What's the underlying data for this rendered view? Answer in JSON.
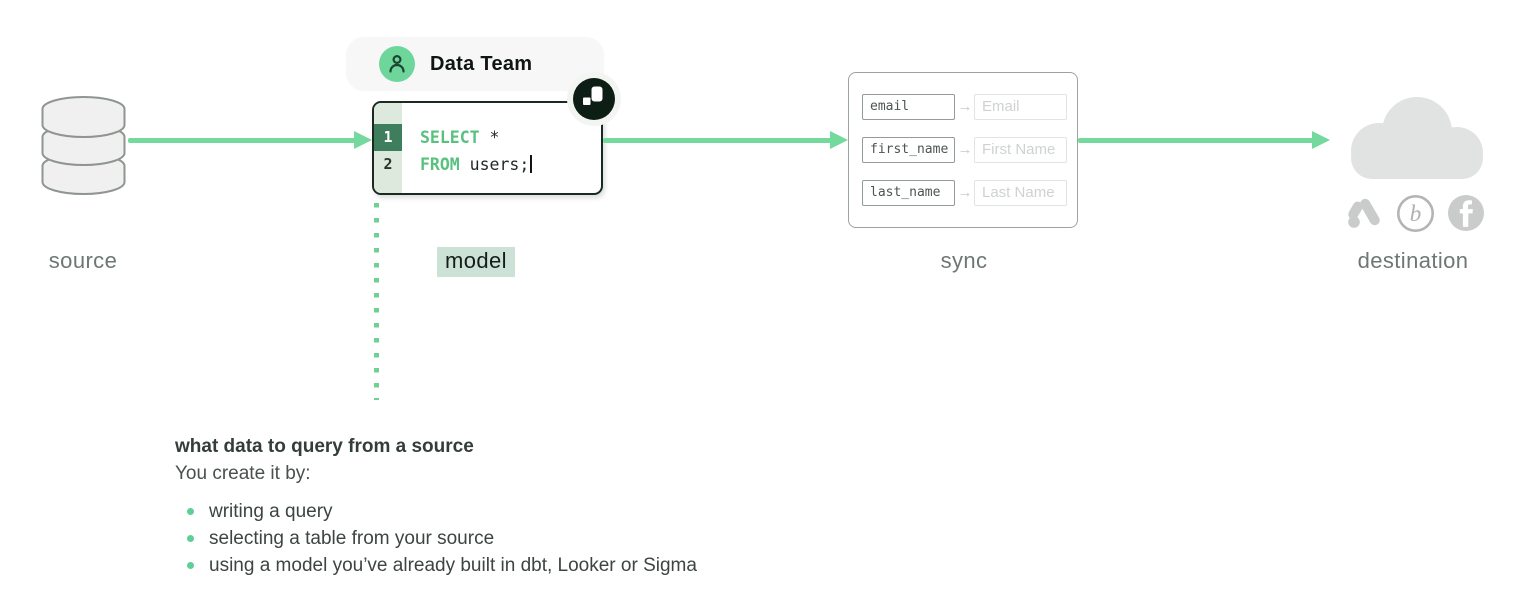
{
  "stages": {
    "source": {
      "label": "source"
    },
    "model": {
      "label": "model"
    },
    "sync": {
      "label": "sync"
    },
    "destination": {
      "label": "destination"
    }
  },
  "data_team_badge": {
    "label": "Data Team"
  },
  "code_editor": {
    "lines": [
      {
        "number": "1",
        "keyword": "SELECT",
        "code": " *"
      },
      {
        "number": "2",
        "keyword": "FROM",
        "code": " users;"
      }
    ]
  },
  "sync_panel": {
    "arrow_glyph": "→",
    "mappings": [
      {
        "source_field": "email",
        "destination_field": "Email"
      },
      {
        "source_field": "first_name",
        "destination_field": "First Name"
      },
      {
        "source_field": "last_name",
        "destination_field": "Last Name"
      }
    ]
  },
  "destination_panel": {
    "icons": [
      "google-ads-icon",
      "braze-icon",
      "facebook-icon"
    ],
    "braze_glyph": "b"
  },
  "annotation": {
    "title": "what data to query from a source",
    "subtitle": "You create it by:",
    "bullets": [
      "writing a query",
      "selecting a table from your source",
      "using a model you’ve already built in dbt, Looker or Sigma"
    ]
  },
  "colors": {
    "arrow_green": "#74d99c",
    "avatar_green": "#6fd69b",
    "keyword_green": "#57c17d",
    "line_highlight_green": "#3f7e5d",
    "gutter_green": "#dde9dd",
    "model_highlight": "#cde2d6",
    "dotted_line_green": "#6fd094",
    "bullet_green": "#5fcf98",
    "label_gray": "#6d7873",
    "diagram_gray": "#e1e2e2",
    "badge_background": "#f6f7f6",
    "code_border_dark": "#1b2a21",
    "text_dark": "#353d39"
  }
}
